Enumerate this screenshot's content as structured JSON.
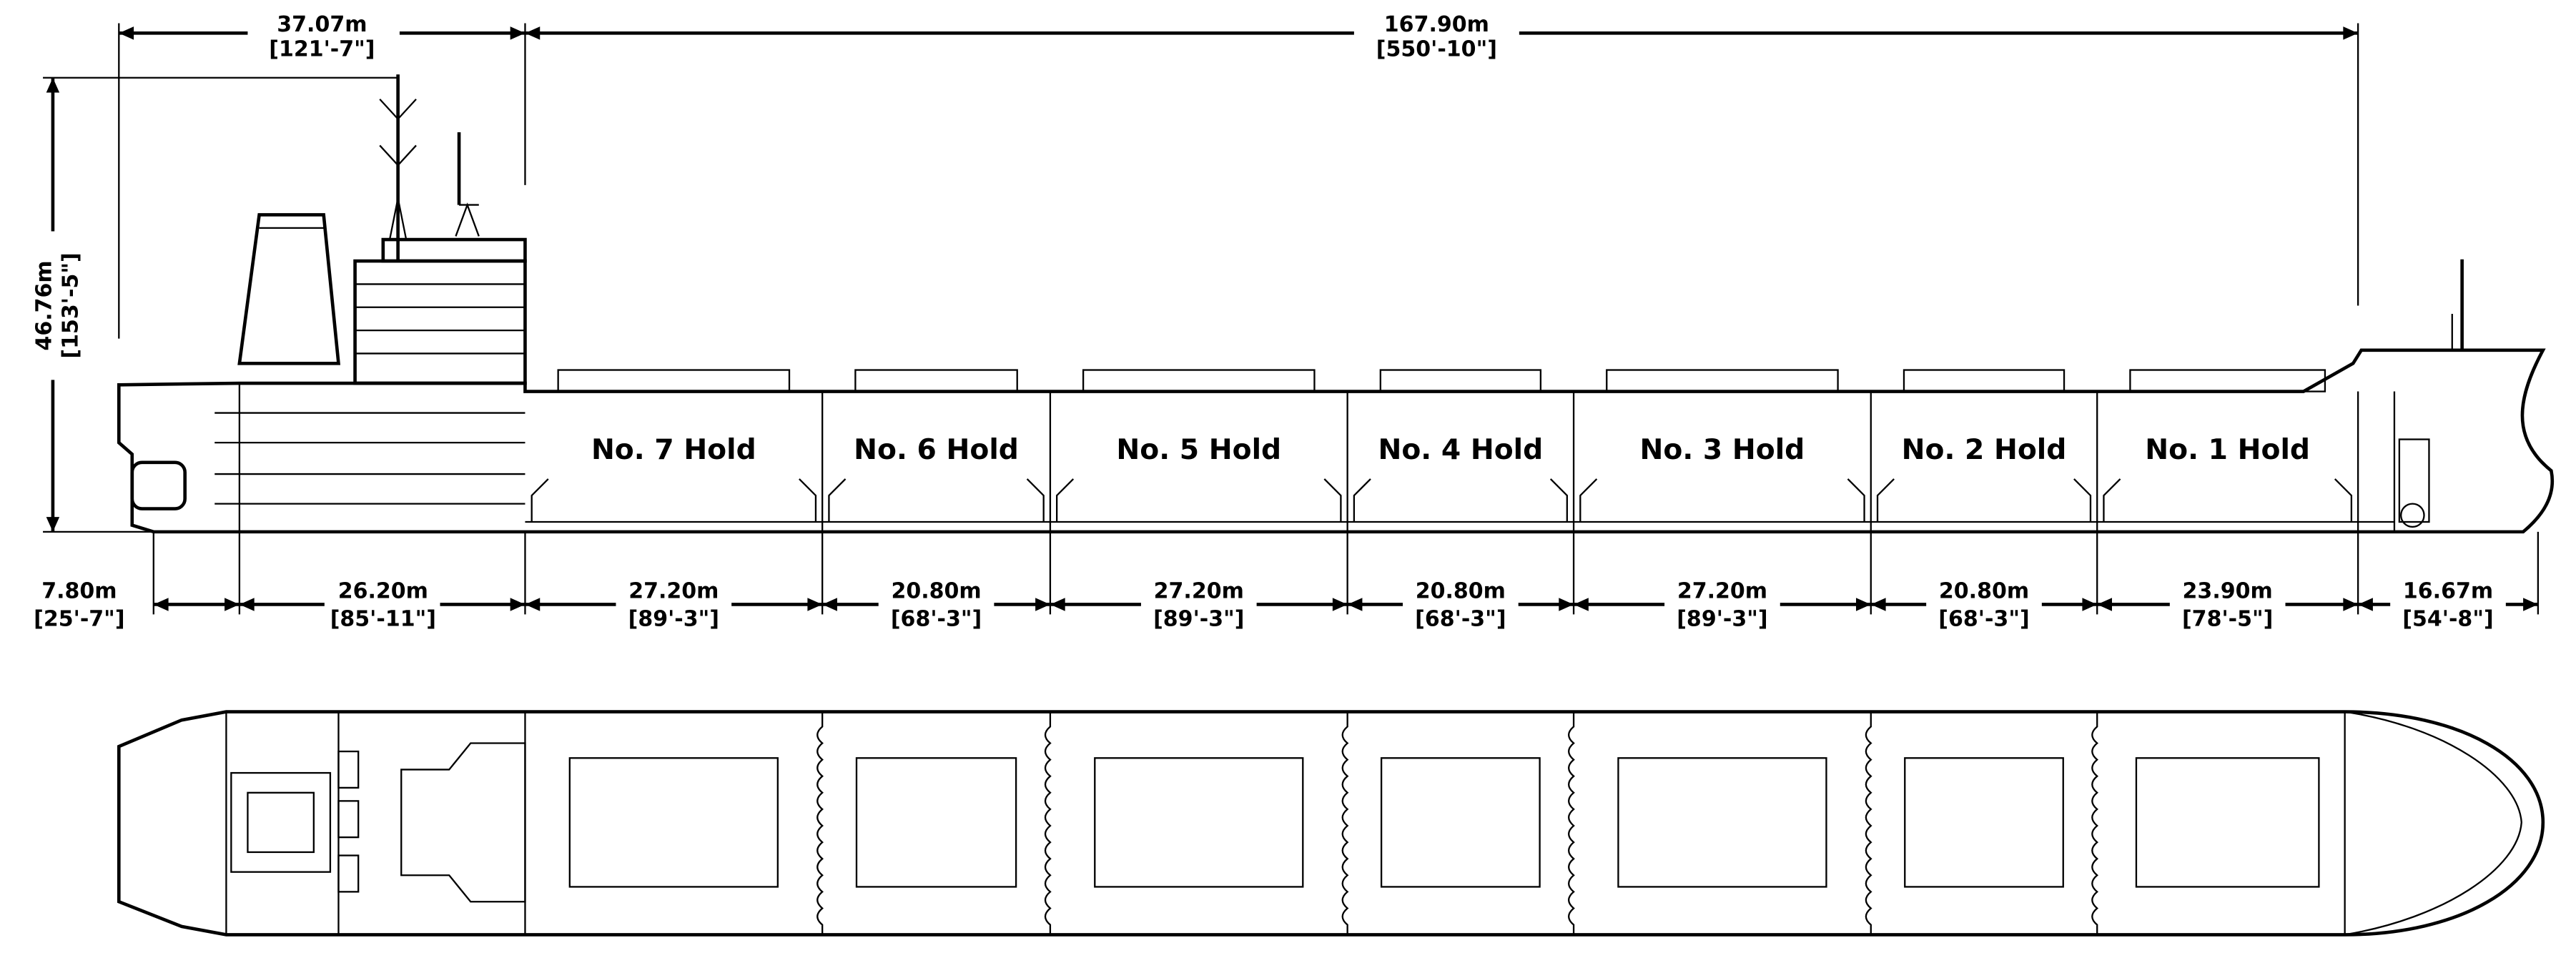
{
  "overall": {
    "aft_length": {
      "metric": "37.07m",
      "imperial": "[121'-7\"]"
    },
    "cargo_length": {
      "metric": "167.90m",
      "imperial": "[550'-10\"]"
    },
    "air_draft": {
      "metric": "46.76m",
      "imperial": "[153'-5\"]"
    }
  },
  "holds": [
    "No. 7 Hold",
    "No. 6 Hold",
    "No. 5 Hold",
    "No. 4 Hold",
    "No. 3 Hold",
    "No. 2 Hold",
    "No. 1 Hold"
  ],
  "segments": [
    {
      "metric": "7.80m",
      "imperial": "[25'-7\"]"
    },
    {
      "metric": "26.20m",
      "imperial": "[85'-11\"]"
    },
    {
      "metric": "27.20m",
      "imperial": "[89'-3\"]"
    },
    {
      "metric": "20.80m",
      "imperial": "[68'-3\"]"
    },
    {
      "metric": "27.20m",
      "imperial": "[89'-3\"]"
    },
    {
      "metric": "20.80m",
      "imperial": "[68'-3\"]"
    },
    {
      "metric": "27.20m",
      "imperial": "[89'-3\"]"
    },
    {
      "metric": "20.80m",
      "imperial": "[68'-3\"]"
    },
    {
      "metric": "23.90m",
      "imperial": "[78'-5\"]"
    },
    {
      "metric": "16.67m",
      "imperial": "[54'-8\"]"
    }
  ]
}
